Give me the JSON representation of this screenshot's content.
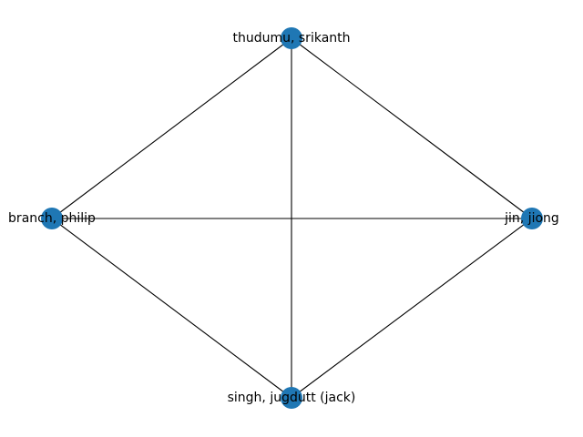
{
  "graph": {
    "node_color": "#1f77b4",
    "edge_color": "#000000",
    "nodes": [
      {
        "id": "thudumu",
        "label": "thudumu, srikanth"
      },
      {
        "id": "branch",
        "label": "branch, philip"
      },
      {
        "id": "jin",
        "label": "jin, jiong"
      },
      {
        "id": "singh",
        "label": "singh, jugdutt (jack)"
      }
    ],
    "edges": [
      [
        "thudumu",
        "branch"
      ],
      [
        "thudumu",
        "jin"
      ],
      [
        "thudumu",
        "singh"
      ],
      [
        "branch",
        "jin"
      ],
      [
        "branch",
        "singh"
      ],
      [
        "jin",
        "singh"
      ]
    ]
  }
}
